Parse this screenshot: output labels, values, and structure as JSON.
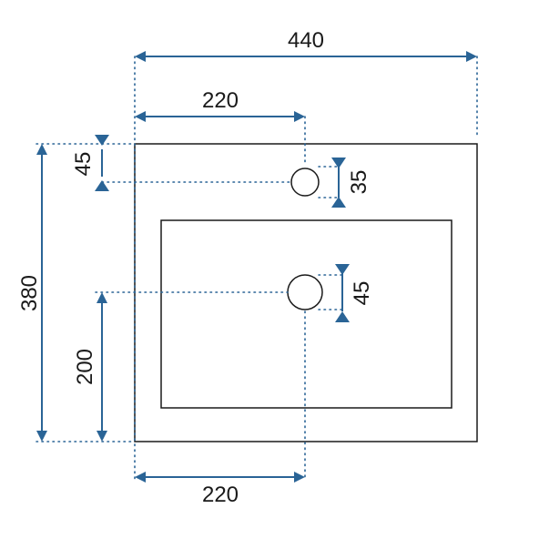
{
  "colors": {
    "dimension": "#2a6496",
    "outline": "#1a1a1a",
    "background": "#ffffff"
  },
  "dimensions": {
    "overall_width": "440",
    "tap_hole_offset_top": "220",
    "tap_hole_from_edge": "45",
    "tap_hole_diameter": "35",
    "overall_depth": "380",
    "drain_diameter": "45",
    "drain_from_edge": "200",
    "drain_offset_bottom": "220"
  }
}
